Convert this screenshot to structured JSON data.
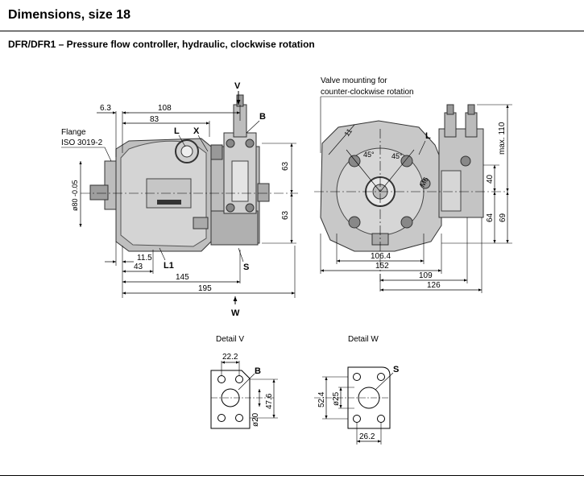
{
  "header": {
    "title": "Dimensions, size 18",
    "subtitle": "DFR/DFR1 – Pressure flow controller, hydraulic, clockwise rotation"
  },
  "side_view": {
    "flange_label_1": "Flange",
    "flange_label_2": "ISO 3019-2",
    "shaft_dia": "ø80 -0.05",
    "dims": [
      "6.3",
      "108",
      "83",
      "63",
      "63",
      "11.5",
      "43",
      "145",
      "195"
    ],
    "ports": [
      "V",
      "B",
      "L",
      "X",
      "L1",
      "S",
      "W"
    ]
  },
  "front_view": {
    "note_1": "Valve mounting for",
    "note_2": "counter-clockwise rotation",
    "dims": [
      "11",
      "45°",
      "45°",
      "M6",
      "106.4",
      "152",
      "109",
      "126",
      "max. 110",
      "40",
      "64",
      "69"
    ],
    "ports": [
      "L"
    ]
  },
  "detail_v": {
    "title": "Detail V",
    "dims": [
      "22.2",
      "ø20",
      "47.6"
    ],
    "port": "B"
  },
  "detail_w": {
    "title": "Detail W",
    "dims": [
      "52.4",
      "ø25",
      "26.2"
    ],
    "port": "S"
  }
}
